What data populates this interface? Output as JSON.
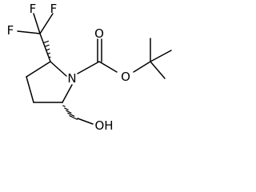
{
  "atoms": {
    "f_top_left": "F",
    "f_top_right": "F",
    "f_left": "F",
    "n": "N",
    "o_carbonyl": "O",
    "o_ester": "O",
    "oh": "OH"
  }
}
